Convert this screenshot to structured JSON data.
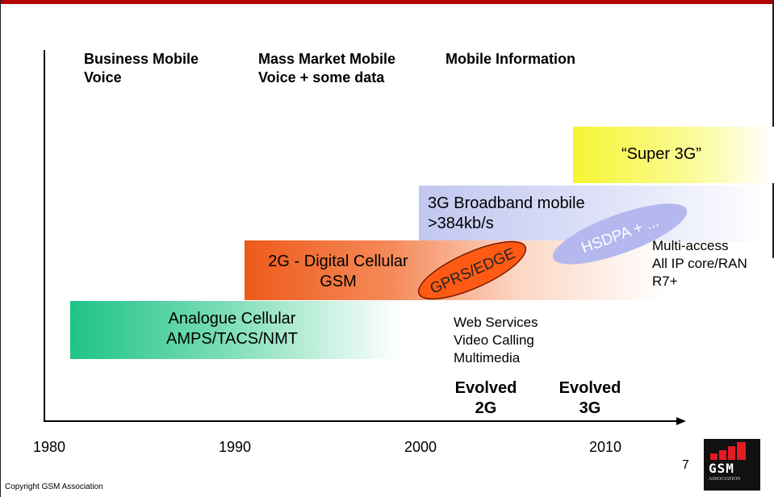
{
  "eras": [
    {
      "lines": [
        "Business Mobile",
        "Voice"
      ]
    },
    {
      "lines": [
        "Mass Market Mobile",
        "Voice + some data"
      ]
    },
    {
      "lines": [
        "Mobile Information"
      ]
    }
  ],
  "bands": {
    "super3g": {
      "label": "“Super 3G”",
      "color": "#f5f533"
    },
    "threeg": {
      "line1": "3G Broadband mobile",
      "line2": ">384kb/s",
      "color": "#c8cdf2"
    },
    "twog": {
      "line1": "2G - Digital Cellular",
      "line2": "GSM",
      "color": "#f06020"
    },
    "analogue": {
      "line1": "Analogue Cellular",
      "line2": "AMPS/TACS/NMT",
      "color": "#23c78a"
    }
  },
  "badges": {
    "gprs": {
      "label": "GPRS/EDGE",
      "color": "#ff5a14"
    },
    "hsdpa": {
      "label": "HSDPA + ...",
      "color": "#b4b8ee"
    }
  },
  "notes": {
    "evolved3g_features": [
      "Multi-access",
      "All IP core/RAN",
      "R7+"
    ],
    "evolved2g_features": [
      "Web Services",
      "Video Calling",
      "Multimedia"
    ]
  },
  "evolved": {
    "e2g": [
      "Evolved",
      "2G"
    ],
    "e3g": [
      "Evolved",
      "3G"
    ]
  },
  "axis_years": [
    "1980",
    "1990",
    "2000",
    "2010"
  ],
  "page_number": "7",
  "copyright": "Copyright GSM Association",
  "logo": {
    "text": "GSM",
    "sub": "ASSOCIATION"
  },
  "colors": {
    "brand_red": "#b30000"
  }
}
